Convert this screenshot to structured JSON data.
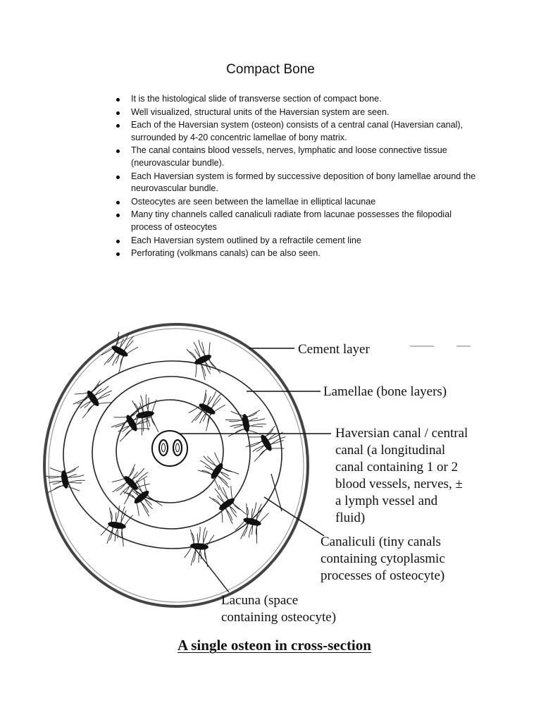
{
  "page": {
    "title": "Compact Bone",
    "bullets": [
      "It is the histological slide of transverse section of compact bone.",
      "Well visualized, structural units of the Haversian system are seen.",
      "Each of the Haversian system (osteon) consists of a central canal (Haversian canal), surrounded by 4-20 concentric lamellae of bony matrix.",
      "The canal contains blood vessels, nerves, lymphatic and loose connective tissue (neurovascular bundle).",
      "Each Haversian system is formed by successive deposition of bony lamellae around the neurovascular bundle.",
      "Osteocytes are seen between the lamellae in elliptical lacunae",
      "Many tiny channels called canaliculi radiate from lacunae possesses the filopodial process of osteocytes",
      "Each Haversian system outlined by a  refractile cement line",
      "Perforating (volkmans canals) can be also seen."
    ]
  },
  "diagram": {
    "labels": {
      "cement": "Cement layer",
      "lamellae": "Lamellae (bone layers)",
      "haversian": [
        "Haversian canal / central",
        "canal (a longitudinal",
        "canal containing 1 or 2",
        "blood vessels, nerves, ±",
        "a lymph vessel and",
        "fluid)"
      ],
      "canaliculi": [
        "Canaliculi (tiny canals",
        "containing cytoplasmic",
        "processes of osteocyte)"
      ],
      "lacuna": [
        "Lacuna (space",
        "containing osteocyte)"
      ]
    },
    "caption": "A single osteon in cross-section"
  }
}
